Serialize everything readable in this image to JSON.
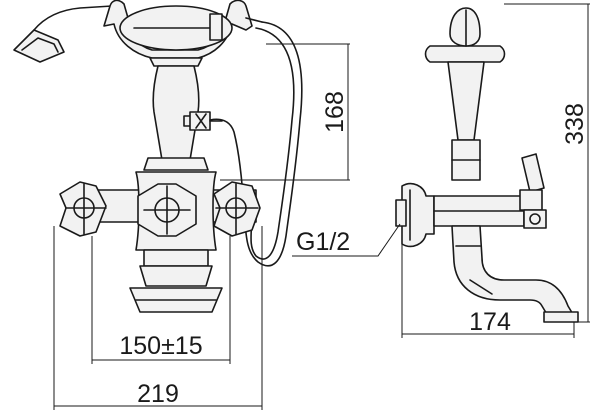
{
  "dimensions": {
    "height_handshower": "168",
    "height_total": "338",
    "thread": "G1/2",
    "spout_projection": "174",
    "centers": "150±15",
    "overall_width": "219"
  },
  "colors": {
    "line": "#1a1a1a",
    "fill": "#f2f2f2",
    "background": "#ffffff"
  }
}
